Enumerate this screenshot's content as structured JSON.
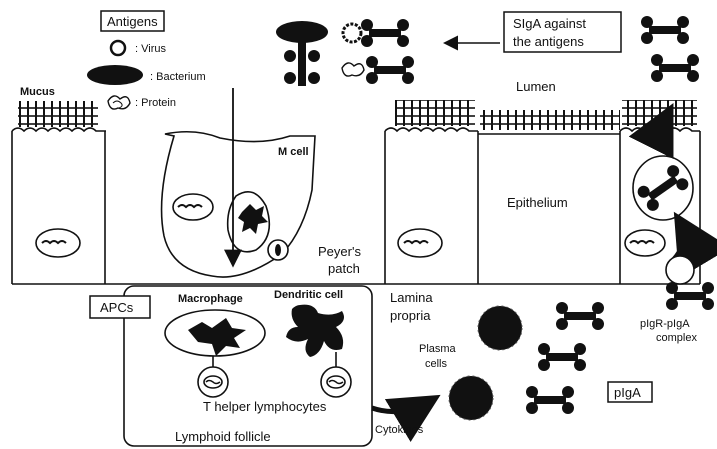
{
  "legend": {
    "title": "Antigens",
    "virus": ": Virus",
    "bacterium": ": Bacterium",
    "protein": ": Protein"
  },
  "sigA_box": {
    "line1": "SIgA against",
    "line2": "the antigens"
  },
  "labels": {
    "mucus": "Mucus",
    "lumen": "Lumen",
    "m_cell": "M cell",
    "epithelium": "Epithelium",
    "peyers_line1": "Peyer's",
    "peyers_line2": "patch",
    "apcs": "APCs",
    "macrophage": "Macrophage",
    "dendritic": "Dendritic cell",
    "lamina_line1": "Lamina",
    "lamina_line2": "propria",
    "plasma_line1": "Plasma",
    "plasma_line2": "cells",
    "t_helper": "T helper lymphocytes",
    "lymphoid": "Lymphoid follicle",
    "cytokines": "Cytokines",
    "pigr_line1": "pIgR-pIgA",
    "pigr_line2": "complex",
    "piga": "pIgA"
  }
}
